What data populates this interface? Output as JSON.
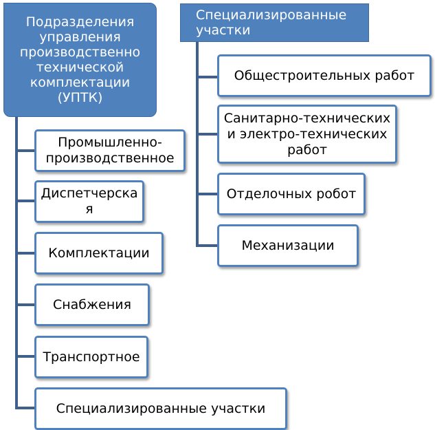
{
  "left_group": {
    "title": "Подразделения управления производственно технической комплектации (УПТК)",
    "items": [
      "Промышленно-производственное",
      "Диспетчерская",
      "Комплектации",
      "Снабжения",
      "Транспортное",
      "Специализированные участки"
    ]
  },
  "right_group": {
    "title": "Специализированные участки",
    "items": [
      "Общестроительных работ",
      "Санитарно-технических и электро-технических работ",
      "Отделочных робот",
      "Механизации"
    ]
  },
  "colors": {
    "header_fill": "#4f81bd",
    "box_border": "#4f81bd",
    "connector": "#3f5f8c"
  }
}
